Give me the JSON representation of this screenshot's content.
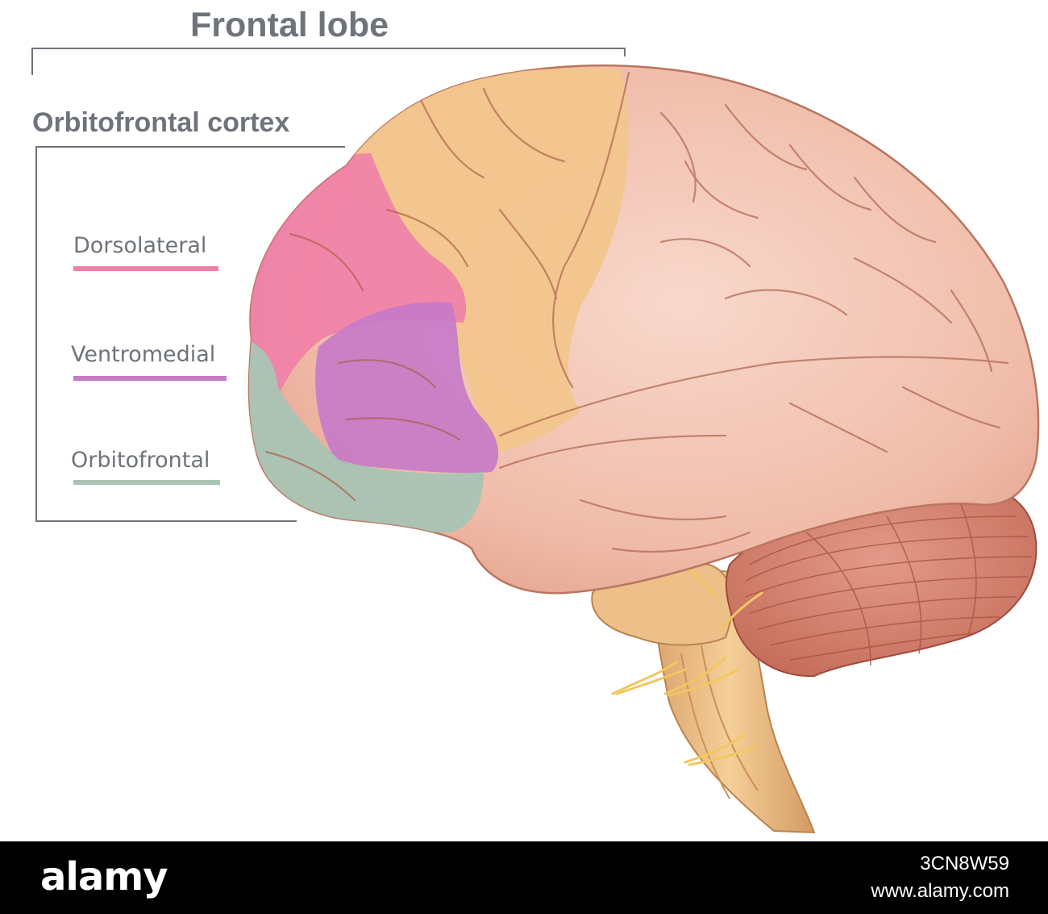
{
  "labels": {
    "frontal_lobe": "Frontal lobe",
    "orbitofrontal_cortex": "Orbitofrontal cortex",
    "legend": [
      {
        "text": "Dorsolateral",
        "color": "#f07fa8"
      },
      {
        "text": "Ventromedial",
        "color": "#c779c9"
      },
      {
        "text": "Orbitofrontal",
        "color": "#a9c4b4"
      }
    ]
  },
  "footer": {
    "logo": "alamy",
    "image_id": "3CN8W59",
    "url": "www.alamy.com"
  },
  "colors": {
    "heading_text": "#6f737a",
    "bracket_line": "#6f737a",
    "cortex_pink": "#f3c4b4",
    "frontal_orange": "#f2c58d",
    "dorsolateral": "#f07fa8",
    "ventromedial": "#c779c9",
    "orbitofrontal": "#a9c4b4",
    "cerebellum": "#d77e6c",
    "brainstem": "#efbd7f",
    "nerve": "#f2c761"
  }
}
